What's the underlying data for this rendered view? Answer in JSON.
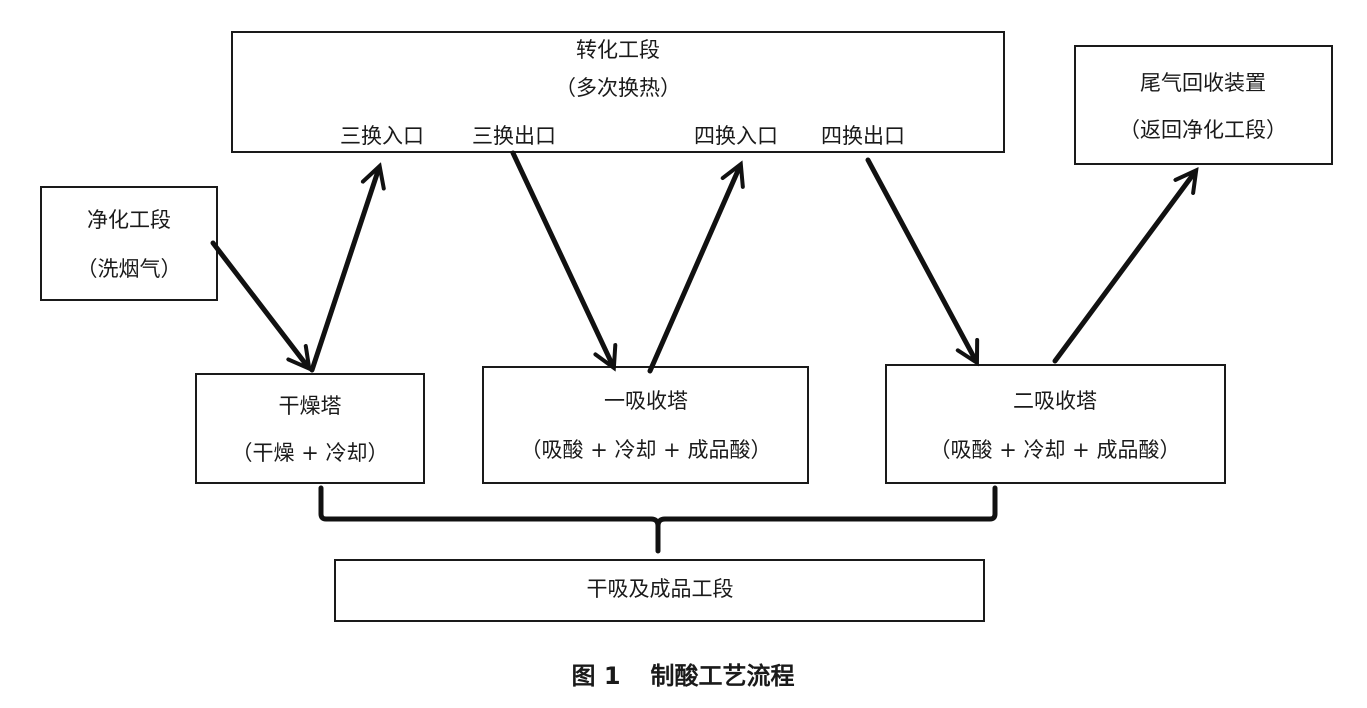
{
  "conversion": {
    "title": "转化工段",
    "subtitle": "（多次换热）",
    "port3_in": "三换入口",
    "port3_out": "三换出口",
    "port4_in": "四换入口",
    "port4_out": "四换出口"
  },
  "tail_gas": {
    "title": "尾气回收装置",
    "subtitle": "（返回净化工段）"
  },
  "purification": {
    "title": "净化工段",
    "subtitle": "（洗烟气）"
  },
  "drying_tower": {
    "title": "干燥塔",
    "subtitle": "（干燥 + 冷却）"
  },
  "absorber_1": {
    "title": "一吸收塔",
    "subtitle": "（吸酸 + 冷却 + 成品酸）"
  },
  "absorber_2": {
    "title": "二吸收塔",
    "subtitle": "（吸酸 + 冷却 + 成品酸）"
  },
  "section_bottom": {
    "title": "干吸及成品工段"
  },
  "figure": {
    "number": "图 1",
    "caption": "制酸工艺流程"
  }
}
